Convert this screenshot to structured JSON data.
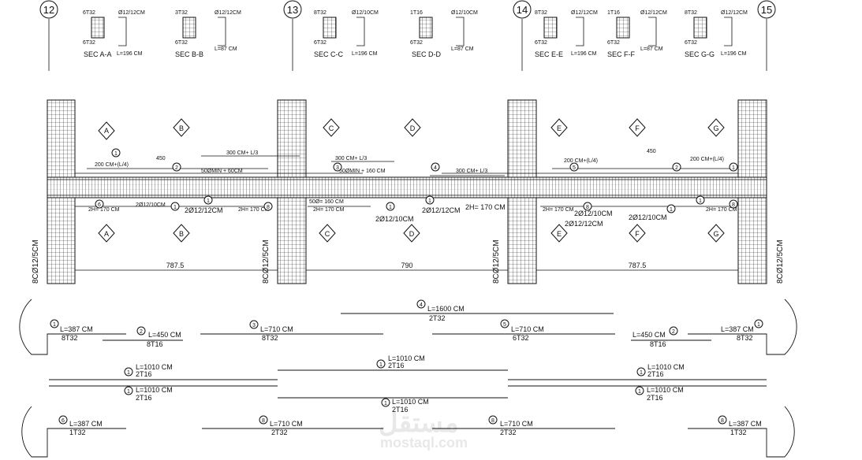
{
  "grid_axes": [
    "12",
    "13",
    "14",
    "15"
  ],
  "sections": [
    {
      "title": "SEC A-A",
      "top_bar": "6T32",
      "bot_bar": "6T32",
      "stirrup": "Ø12/12CM",
      "len": "L=196 CM"
    },
    {
      "title": "SEC B-B",
      "top_bar": "3T32",
      "bot_bar": "6T32",
      "stirrup": "Ø12/12CM",
      "len": "L=87 CM"
    },
    {
      "title": "SEC C-C",
      "top_bar": "8T32",
      "bot_bar": "6T32",
      "stirrup": "Ø12/10CM",
      "len": "L=196 CM"
    },
    {
      "title": "SEC D-D",
      "top_bar": "1T16",
      "bot_bar": "6T32",
      "stirrup": "Ø12/10CM",
      "len": "L=87 CM"
    },
    {
      "title": "SEC E-E",
      "top_bar": "8T32",
      "bot_bar": "6T32",
      "stirrup": "Ø12/12CM",
      "len": "L=196 CM"
    },
    {
      "title": "SEC F-F",
      "top_bar": "1T16",
      "bot_bar": "6T32",
      "stirrup": "Ø12/12CM",
      "len": "L=87 CM"
    },
    {
      "title": "SEC G-G",
      "top_bar": "8T32",
      "bot_bar": "6T32",
      "stirrup": "Ø12/12CM",
      "len": "L=196 CM"
    }
  ],
  "section_markers": [
    "A",
    "B",
    "C",
    "D",
    "E",
    "F",
    "G"
  ],
  "column_ties": [
    "8CØ12/5CM",
    "8CØ12/5CM",
    "8CØ12/5CM",
    "8CØ12/5CM"
  ],
  "beam_notes": {
    "n450": "450",
    "n300a": "300 CM+ L/3",
    "n300b": "300 CM+ L/3",
    "n300c": "300 CM+ L/3",
    "n200a": "200 CM+(L/4)",
    "n200b": "200 CM+(L/4)",
    "n50a": "50ØMIN + 60CM",
    "n50b": "50ØMIN + 160 CM",
    "n50c": "50Ø= 160 CM",
    "n2h1": "2H= 170 CM",
    "n2h2": "2H= 170 CM",
    "n2h3": "2H= 170 CM",
    "n2h4": "2H= 170 CM",
    "n2h5": "2H= 170 CM",
    "s1": "2Ø12/10CM",
    "s2": "2Ø12/12CM",
    "s3": "2Ø12/10CM",
    "s4": "2Ø12/12CM",
    "s5": "2Ø12/10CM",
    "s6": "2Ø12/12CM",
    "s7": "2Ø12/10CM"
  },
  "spans": [
    "787.5",
    "790",
    "787.5"
  ],
  "bar_schedule": [
    {
      "mark": "1",
      "length": "L=387 CM",
      "qty": "8T32"
    },
    {
      "mark": "2",
      "length": "L=450 CM",
      "qty": "8T16"
    },
    {
      "mark": "3",
      "length": "L=710 CM",
      "qty": "8T32"
    },
    {
      "mark": "4",
      "length": "L=1600 CM",
      "qty": "2T32"
    },
    {
      "mark": "5",
      "length": "L=710 CM",
      "qty": "6T32"
    },
    {
      "mark": "2",
      "length": "L=450 CM",
      "qty": "8T16"
    },
    {
      "mark": "1",
      "length": "L=387 CM",
      "qty": "8T32"
    },
    {
      "mark": "1",
      "length": "L=1010 CM",
      "qty": "2T16"
    },
    {
      "mark": "1",
      "length": "L=1010 CM",
      "qty": "2T16"
    },
    {
      "mark": "1",
      "length": "L=1010 CM",
      "qty": "2T16"
    },
    {
      "mark": "1",
      "length": "L=1010 CM",
      "qty": "2T16"
    },
    {
      "mark": "1",
      "length": "L=1010 CM",
      "qty": "2T16"
    },
    {
      "mark": "1",
      "length": "L=1010 CM",
      "qty": "2T16"
    },
    {
      "mark": "6",
      "length": "L=387 CM",
      "qty": "1T32"
    },
    {
      "mark": "8",
      "length": "L=710 CM",
      "qty": "2T32"
    },
    {
      "mark": "8",
      "length": "L=710 CM",
      "qty": "2T32"
    },
    {
      "mark": "8",
      "length": "L=387 CM",
      "qty": "1T32"
    }
  ],
  "watermark": {
    "arabic": "مستقل",
    "latin": "mostaql.com"
  },
  "colors": {
    "line": "#111111",
    "watermark": "#e8e8e8"
  }
}
